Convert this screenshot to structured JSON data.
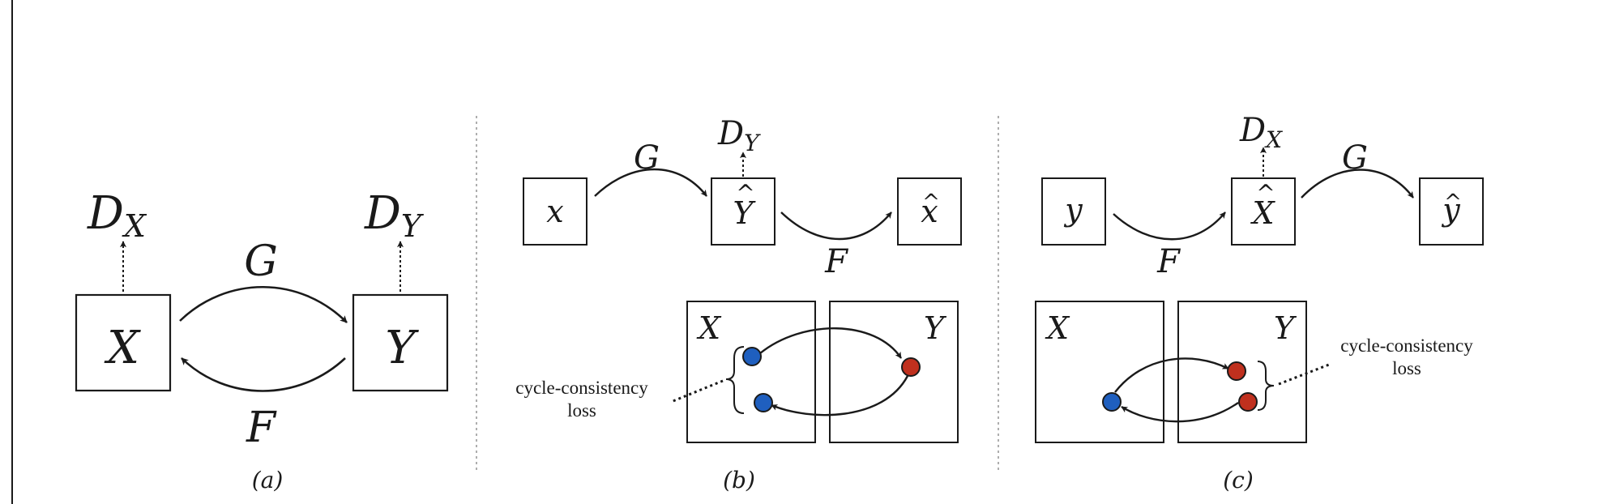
{
  "panel_a": {
    "node_x": "X",
    "node_y": "Y",
    "disc_x_base": "D",
    "disc_x_sub": "X",
    "disc_y_base": "D",
    "disc_y_sub": "Y",
    "map_g": "G",
    "map_f": "F",
    "caption": "(a)"
  },
  "panel_b": {
    "node_x": "x",
    "node_yhat": "Y",
    "node_xhat": "x",
    "disc_base": "D",
    "disc_sub": "Y",
    "map_g": "G",
    "map_f": "F",
    "domain_x": "X",
    "domain_y": "Y",
    "loss_line1": "cycle-consistency",
    "loss_line2": "loss",
    "caption": "(b)"
  },
  "panel_c": {
    "node_y": "y",
    "node_xhat": "X",
    "node_yhat": "y",
    "disc_base": "D",
    "disc_sub": "X",
    "map_f": "F",
    "map_g": "G",
    "domain_x": "X",
    "domain_y": "Y",
    "loss_line1": "cycle-consistency",
    "loss_line2": "loss",
    "caption": "(c)"
  },
  "colors": {
    "domain_x_point": "#1f5fbf",
    "domain_y_point": "#c0301e",
    "stroke": "#1a1a1a",
    "separator": "#9a9a9a"
  }
}
